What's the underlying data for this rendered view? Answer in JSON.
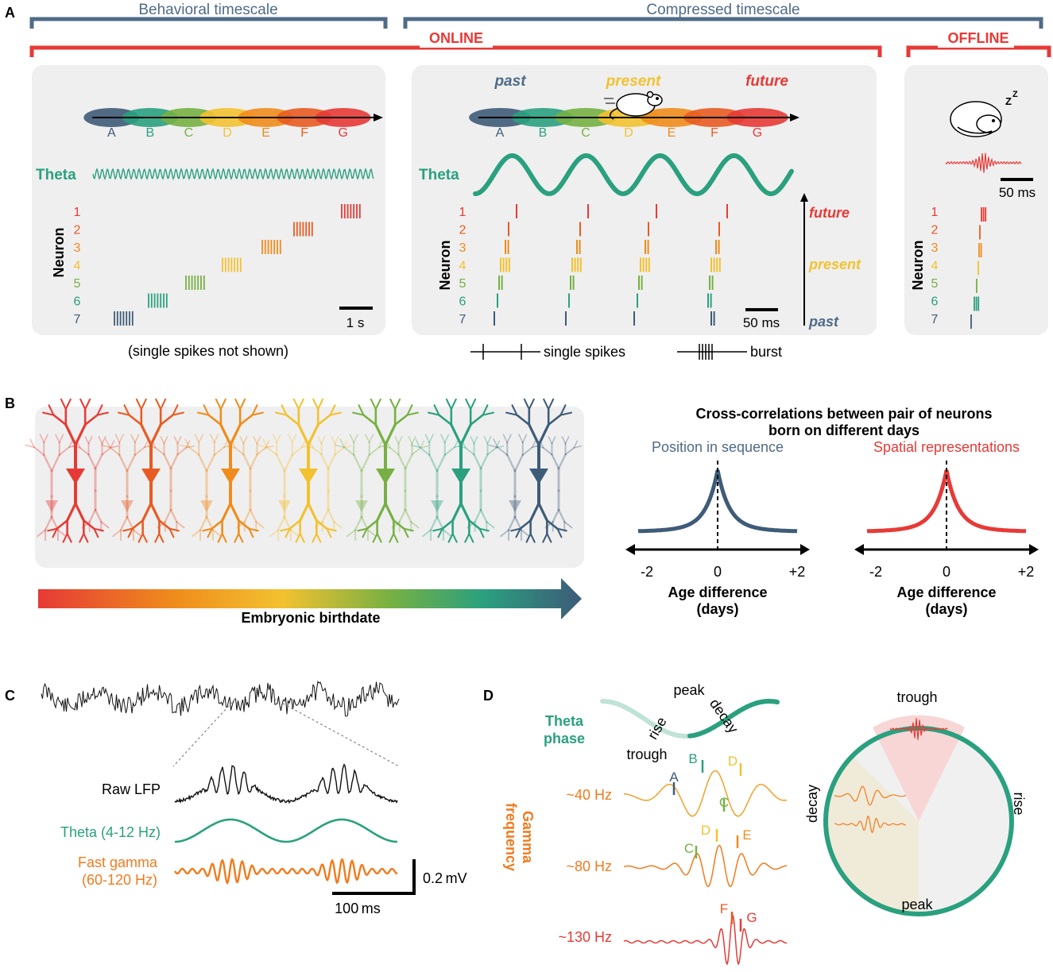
{
  "panel_a": {
    "letter": "A",
    "behavioral_timescale": "Behavioral timescale",
    "compressed_timescale": "Compressed timescale",
    "online": "ONLINE",
    "offline": "OFFLINE",
    "positions": [
      "A",
      "B",
      "C",
      "D",
      "E",
      "F",
      "G"
    ],
    "theta_label": "Theta",
    "neuron_label": "Neuron",
    "neuron_numbers": [
      "1",
      "2",
      "3",
      "4",
      "5",
      "6",
      "7"
    ],
    "scale_1s": "1 s",
    "scale_50ms": "50 ms",
    "scale_50ms_offline": "50 ms",
    "note": "(single spikes not shown)",
    "past": "past",
    "present": "present",
    "future": "future",
    "legend_single": "single spikes",
    "legend_burst": "burst"
  },
  "panel_b": {
    "letter": "B",
    "birthdate_label": "Embryonic birthdate",
    "title_line1": "Cross-correlations between pair of neurons",
    "title_line2": "born on different days",
    "left_plot_title": "Position in sequence",
    "right_plot_title": "Spatial representations",
    "tick_left": "-2",
    "tick_mid": "0",
    "tick_right": "+2",
    "xlabel_line1": "Age difference",
    "xlabel_line2": "(days)"
  },
  "panel_c": {
    "letter": "C",
    "raw_label": "Raw LFP",
    "theta_label": "Theta (4-12 Hz)",
    "gamma_line1": "Fast gamma",
    "gamma_line2": "(60-120 Hz)",
    "scale_v": "0.2 mV",
    "scale_t": "100 ms"
  },
  "panel_d": {
    "letter": "D",
    "theta_phase_line1": "Theta",
    "theta_phase_line2": "phase",
    "peak": "peak",
    "rise": "rise",
    "decay": "decay",
    "trough": "trough",
    "gamma_line1": "Gamma",
    "gamma_line2": "frequency",
    "freq_40": "~40 Hz",
    "freq_80": "~80 Hz",
    "freq_130": "~130 Hz",
    "circle_trough": "trough",
    "circle_peak": "peak",
    "circle_decay": "decay",
    "circle_rise": "rise"
  },
  "colors": {
    "A": "#3e5b78",
    "B": "#2aa07f",
    "C": "#76b043",
    "D": "#f3c130",
    "E": "#ef8c1c",
    "F": "#e85b22",
    "G": "#e63a36",
    "theta": "#2aa07f",
    "online": "#e63a36",
    "timescale": "#4f6b87",
    "gamma": "#f07b1e",
    "panel_bg": "#efefef"
  }
}
